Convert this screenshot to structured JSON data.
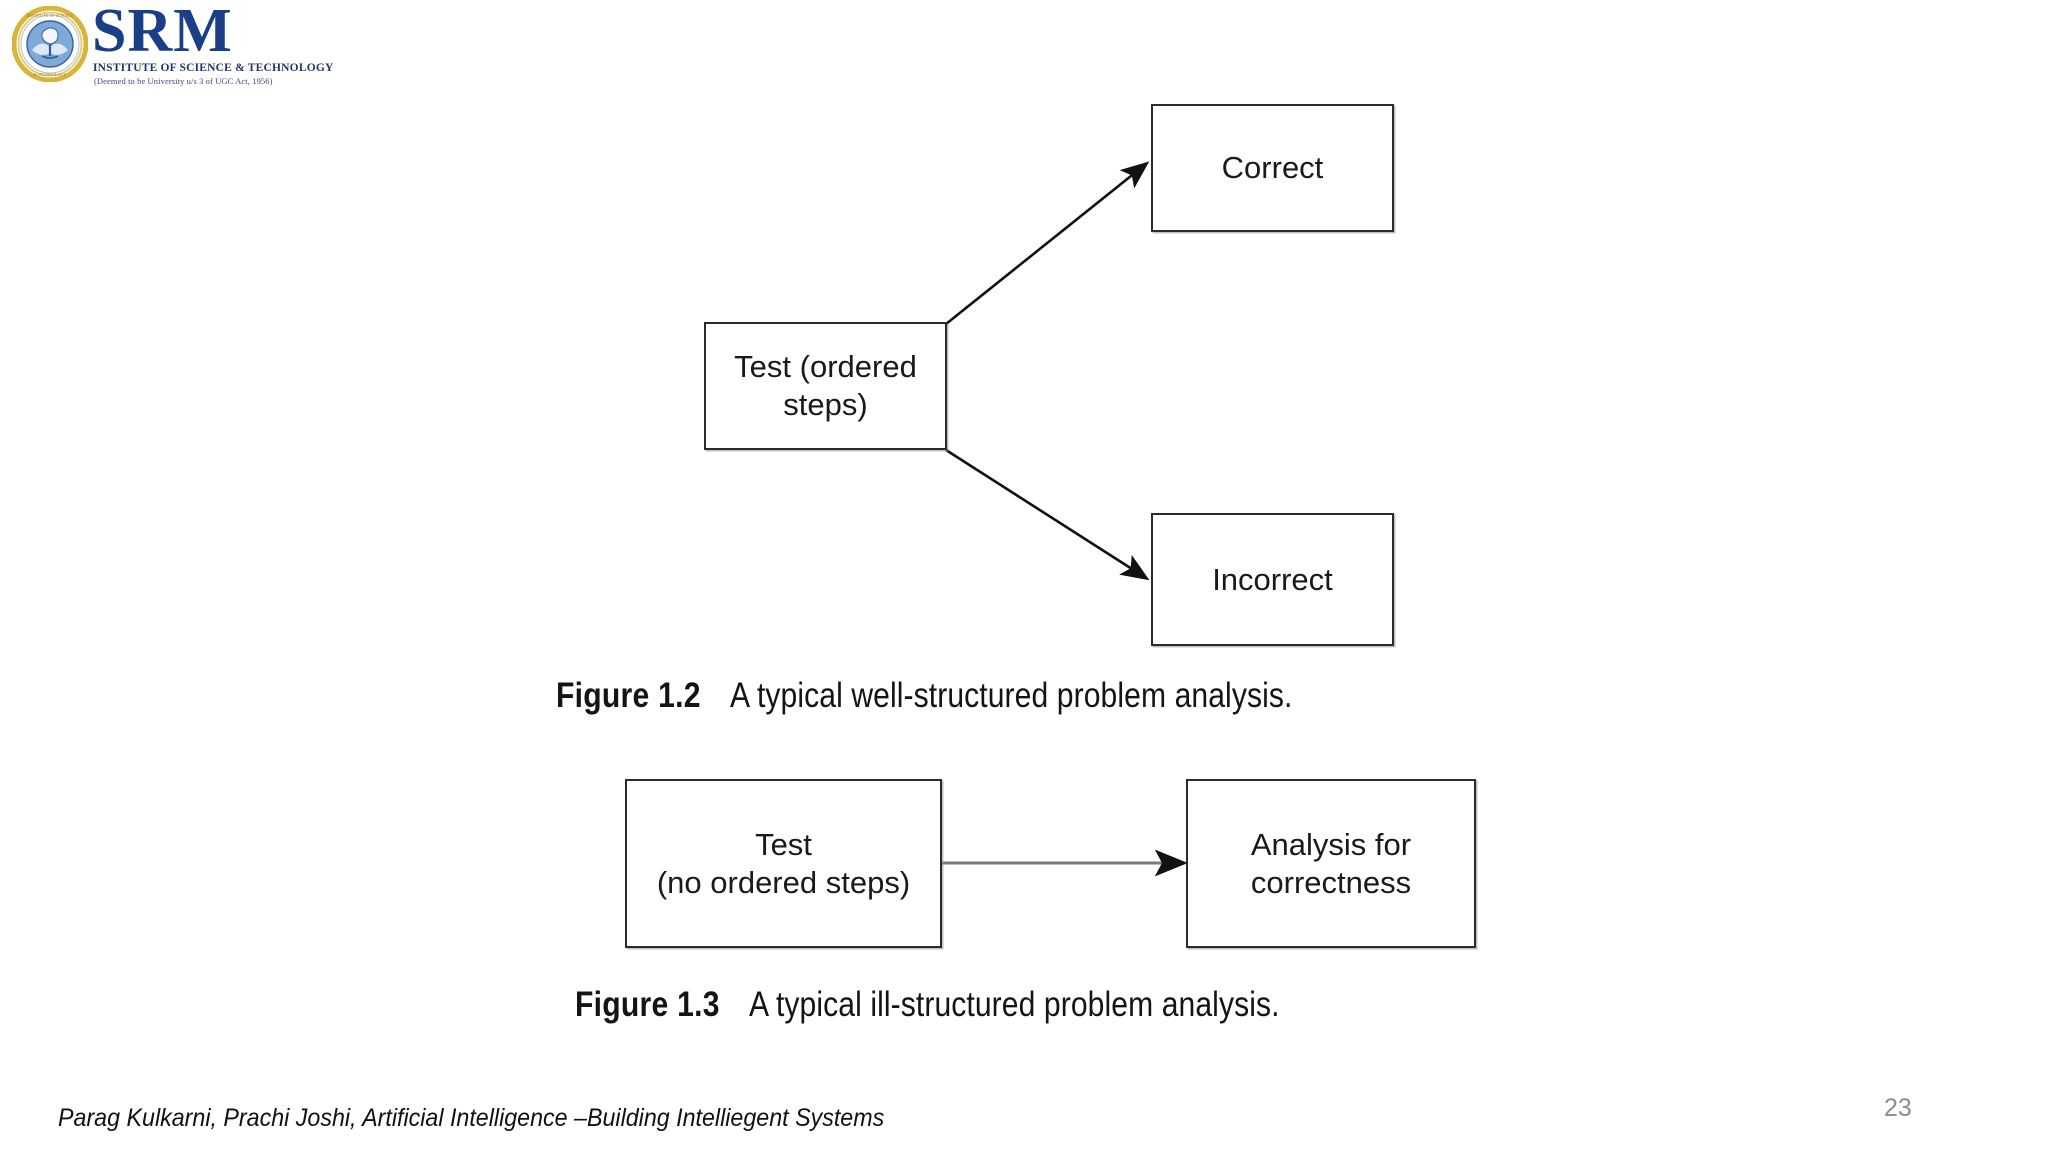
{
  "logo": {
    "wordmark": "SRM",
    "subtitle_line1": "INSTITUTE OF SCIENCE & TECHNOLOGY",
    "subtitle_line2": "(Deemed to be University u/s 3 of UGC Act, 1956)",
    "emblem_name": "srm-seal-tree-emblem",
    "wordmark_color": "#1b3f86",
    "ring_color": "#c9a227"
  },
  "diagram_well_structured": {
    "nodes": {
      "source_line1": "Test (ordered",
      "source_line2": "steps)",
      "branch_upper": "Correct",
      "branch_lower": "Incorrect"
    },
    "edges": [
      {
        "from": "Test (ordered steps)",
        "to": "Correct",
        "style": "arrow-diagonal-up"
      },
      {
        "from": "Test (ordered steps)",
        "to": "Incorrect",
        "style": "arrow-diagonal-down"
      }
    ]
  },
  "caption_12": {
    "figure_label": "Figure 1.2",
    "text": "A typical well-structured problem analysis."
  },
  "diagram_ill_structured": {
    "nodes": {
      "source_line1": "Test",
      "source_line2": "(no ordered steps)",
      "target_line1": "Analysis for",
      "target_line2": "correctness"
    },
    "edges": [
      {
        "from": "Test (no ordered steps)",
        "to": "Analysis for correctness",
        "style": "arrow-horizontal"
      }
    ]
  },
  "caption_13": {
    "figure_label": "Figure 1.3",
    "text": "A typical ill-structured problem analysis."
  },
  "footer": {
    "citation": "Parag Kulkarni, Prachi Joshi, Artificial Intelligence –Building Intelliegent Systems",
    "page_number": "23",
    "page_number_color": "#8c8c8c"
  }
}
